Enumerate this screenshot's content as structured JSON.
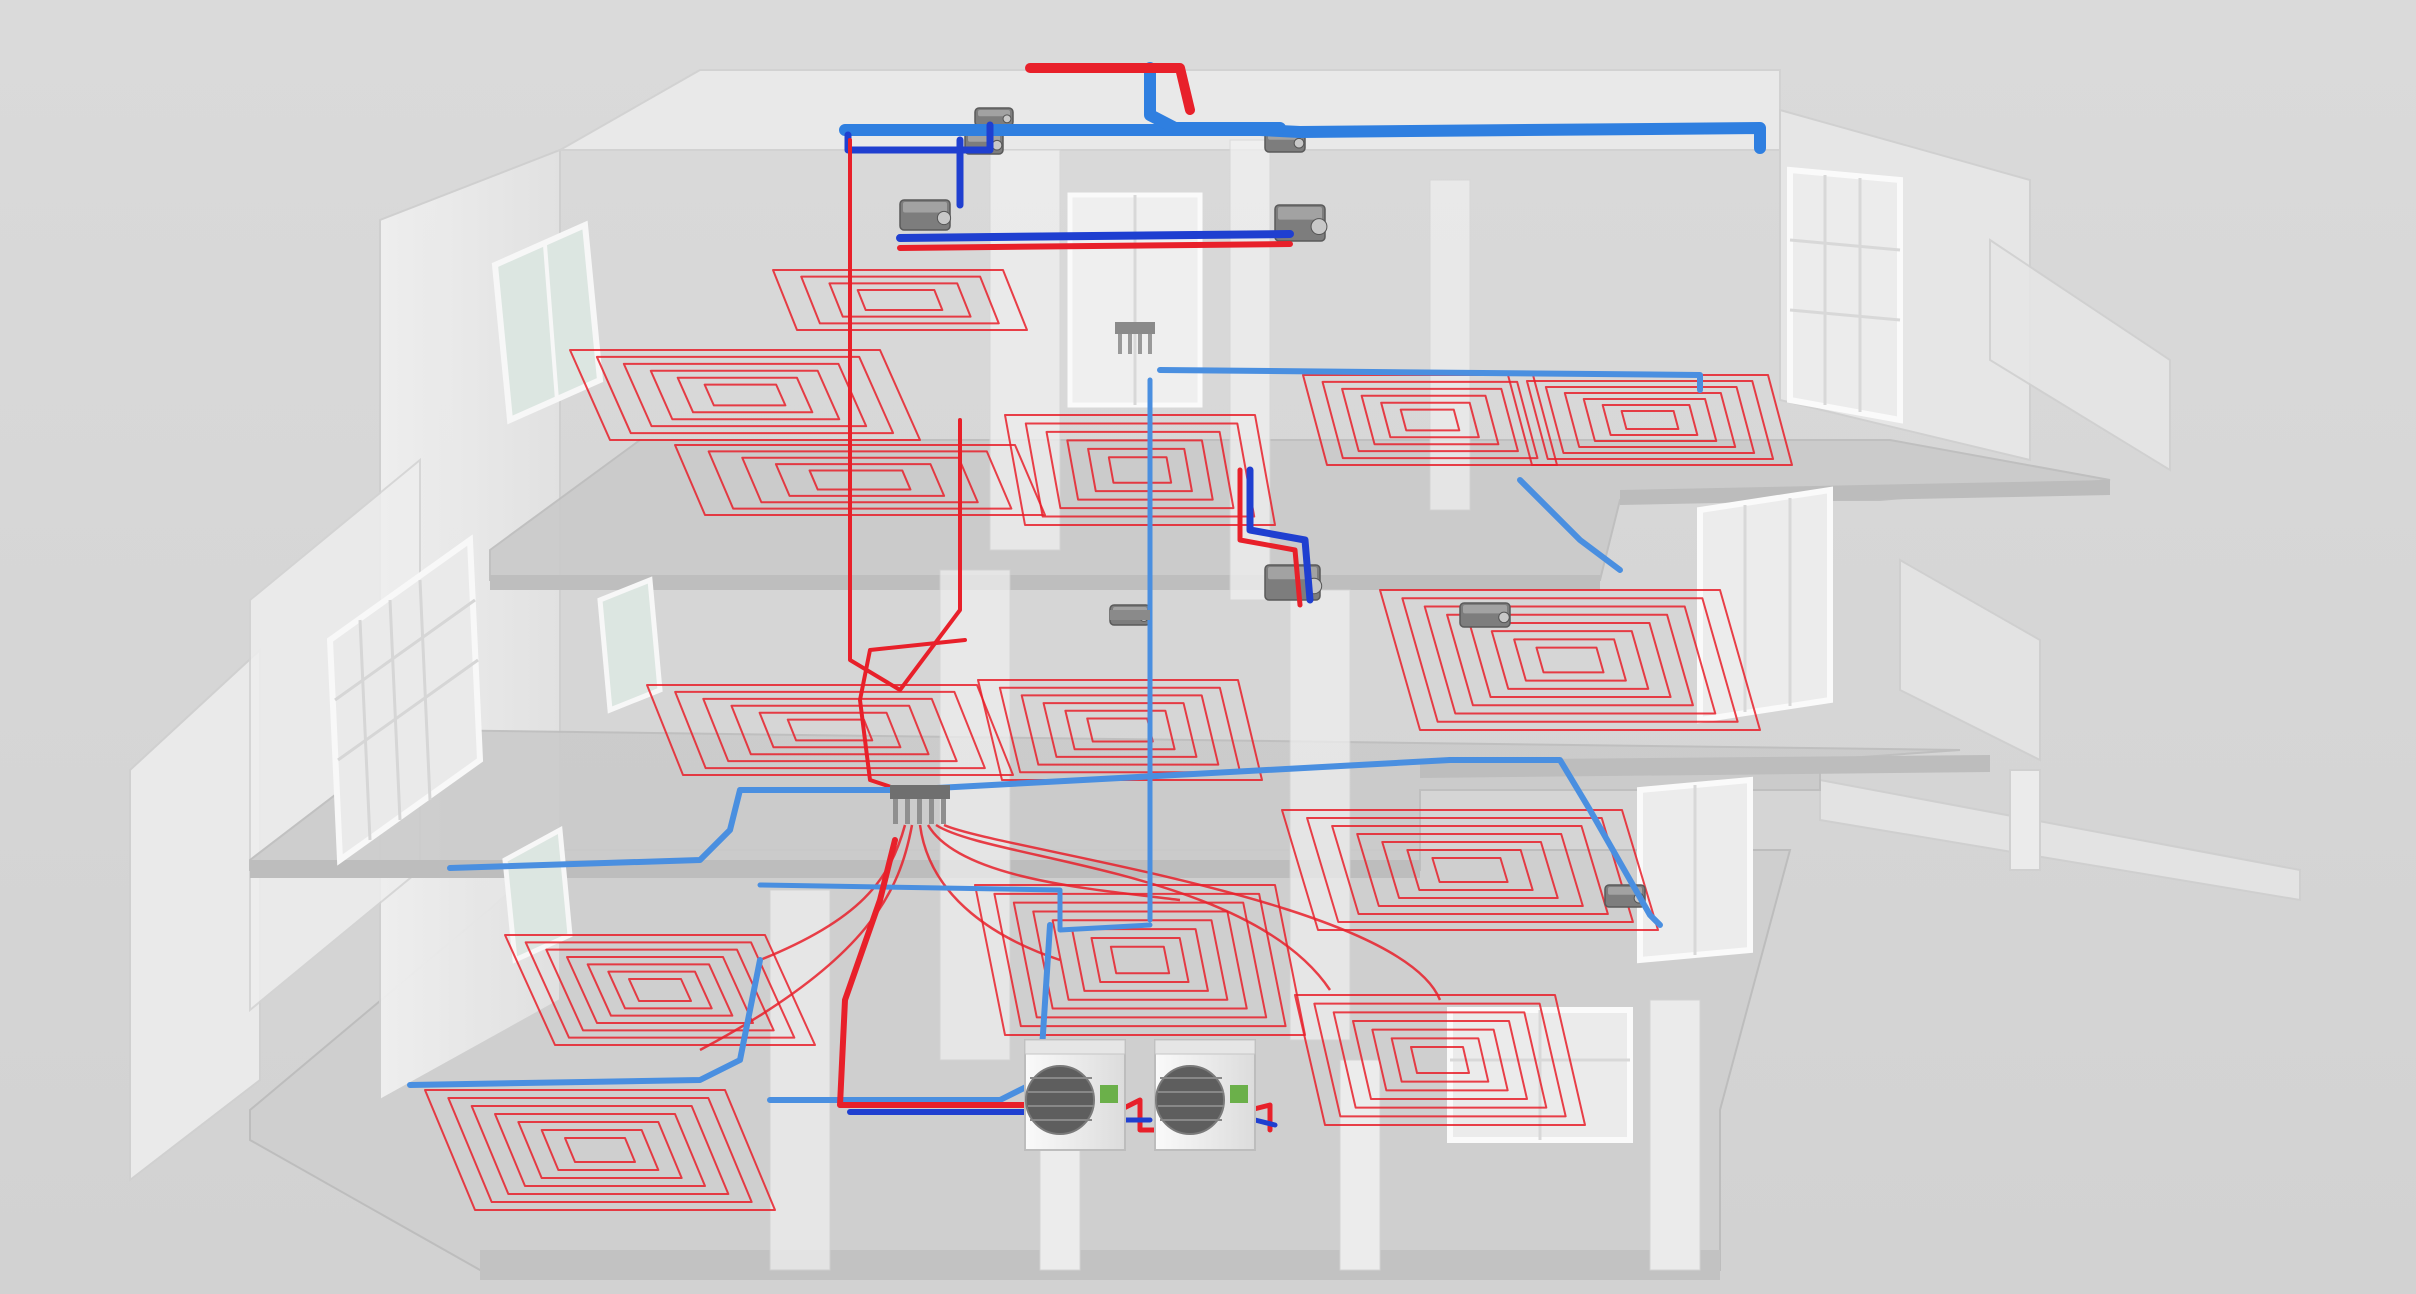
{
  "diagram": {
    "type": "cutaway-building-hvac-piping",
    "floors": 3,
    "background_color": "#d7d7d7",
    "colors": {
      "hot_pipe": "#e8202a",
      "cold_pipe": "#2f7fe0",
      "cold_pipe_dark": "#1f3fd0",
      "wall": "#ececec",
      "slab": "#c9c9c9",
      "glass": "#e4ece8",
      "equipment": "#7d7d7d",
      "outdoor_unit": "#f2f2f2"
    },
    "components": {
      "underfloor_heating_loops": 14,
      "ducted_indoor_units": 9,
      "manifolds": 3,
      "outdoor_heat_pump_units": 2
    }
  }
}
